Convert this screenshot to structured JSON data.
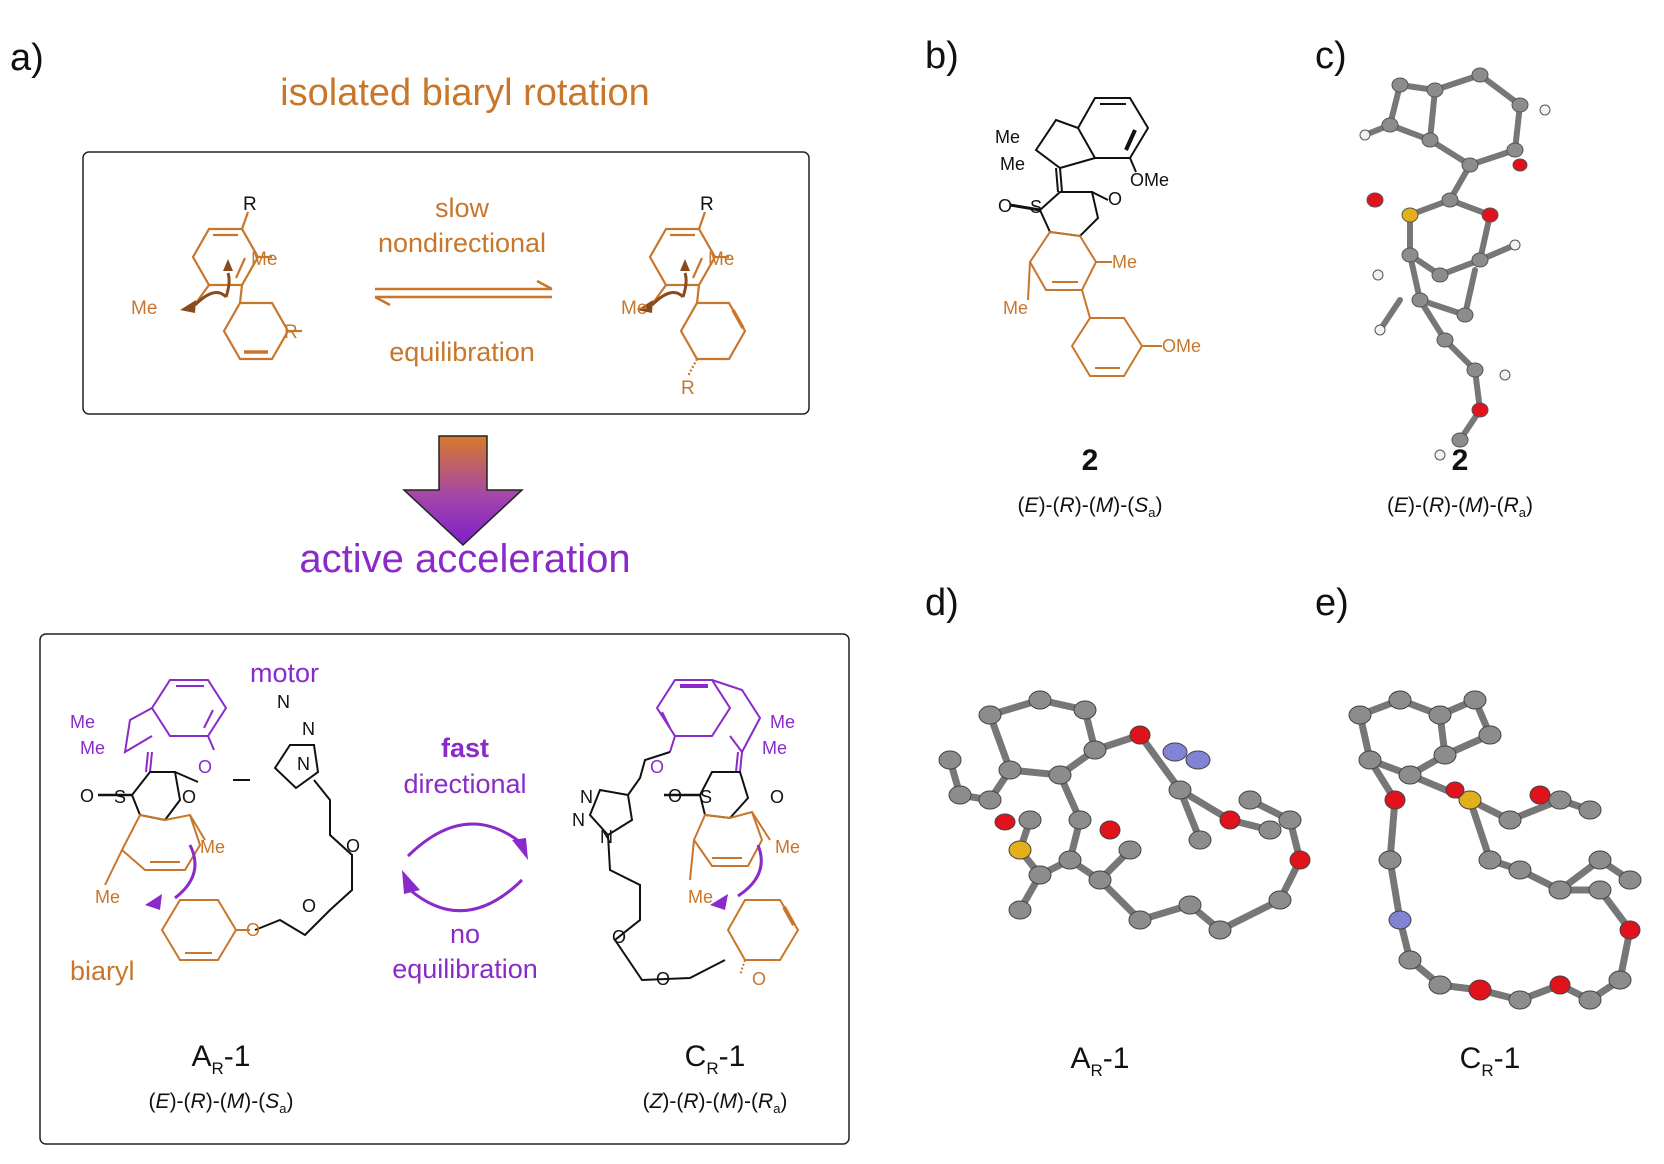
{
  "colors": {
    "orange": "#c8762b",
    "purple": "#8a2bc9",
    "black": "#111111",
    "atom_carbon": "#8c8c8c",
    "atom_oxygen": "#e0121c",
    "atom_sulfur": "#e3b01b",
    "atom_nitrogen": "#7f84d4",
    "atom_hydrogen": "#f2f2f2"
  },
  "panel_a": {
    "letter": "a)",
    "heading_isolated": "isolated biaryl rotation",
    "heading_active": "active acceleration",
    "top_box": {
      "arrow_label_1": "slow",
      "arrow_label_2": "nondirectional",
      "arrow_label_bottom": "equilibration",
      "left_mol": {
        "r_top": "R",
        "r_side": "R",
        "me_1": "Me",
        "me_2": "Me"
      },
      "right_mol": {
        "r_top": "R",
        "r_side": "R",
        "me_1": "Me",
        "me_2": "Me"
      }
    },
    "bottom_box": {
      "motor_label": "motor",
      "biaryl_label": "biaryl",
      "fast_label": "fast",
      "directional_label": "directional",
      "no_label": "no",
      "equilibration_label": "equilibration",
      "left": {
        "name_main": "A",
        "name_sub": "R",
        "name_tail": "-1",
        "stereo": [
          "(",
          "E",
          ")-(",
          "R",
          ")-(",
          "M",
          ")-(",
          "S",
          "a",
          ")"
        ],
        "atoms": {
          "me1": "Me",
          "me2": "Me",
          "me3": "Me",
          "me4": "Me",
          "o_s": "O",
          "s": "S",
          "o_k": "O",
          "o1": "O",
          "o2": "O",
          "o3": "O",
          "o4": "O",
          "n1": "N",
          "n2": "N",
          "n3": "N"
        }
      },
      "right": {
        "name_main": "C",
        "name_sub": "R",
        "name_tail": "-1",
        "stereo": [
          "(",
          "Z",
          ")-(",
          "R",
          ")-(",
          "M",
          ")-(",
          "R",
          "a",
          ")"
        ],
        "atoms": {
          "me1": "Me",
          "me2": "Me",
          "me3": "Me",
          "me4": "Me",
          "o_s": "O",
          "s": "S",
          "o_k": "O",
          "o1": "O",
          "o2": "O",
          "o3": "O",
          "o4": "O",
          "n1": "N",
          "n2": "N",
          "n3": "N"
        }
      }
    }
  },
  "panel_b": {
    "letter": "b)",
    "compound": "2",
    "stereo": [
      "(",
      "E",
      ")-(",
      "R",
      ")-(",
      "M",
      ")-(",
      "S",
      "a",
      ")"
    ],
    "atoms": {
      "me_a": "Me",
      "me_b": "Me",
      "ome_top": "OMe",
      "o_s": "O",
      "s": "S",
      "o_k": "O",
      "me_c": "Me",
      "me_d": "Me",
      "ome_bottom": "OMe"
    }
  },
  "panel_c": {
    "letter": "c)",
    "compound": "2",
    "stereo": [
      "(",
      "E",
      ")-(",
      "R",
      ")-(",
      "M",
      ")-(",
      "R",
      "a",
      ")"
    ]
  },
  "panel_d": {
    "letter": "d)",
    "name_main": "A",
    "name_sub": "R",
    "name_tail": "-1"
  },
  "panel_e": {
    "letter": "e)",
    "name_main": "C",
    "name_sub": "R",
    "name_tail": "-1"
  }
}
